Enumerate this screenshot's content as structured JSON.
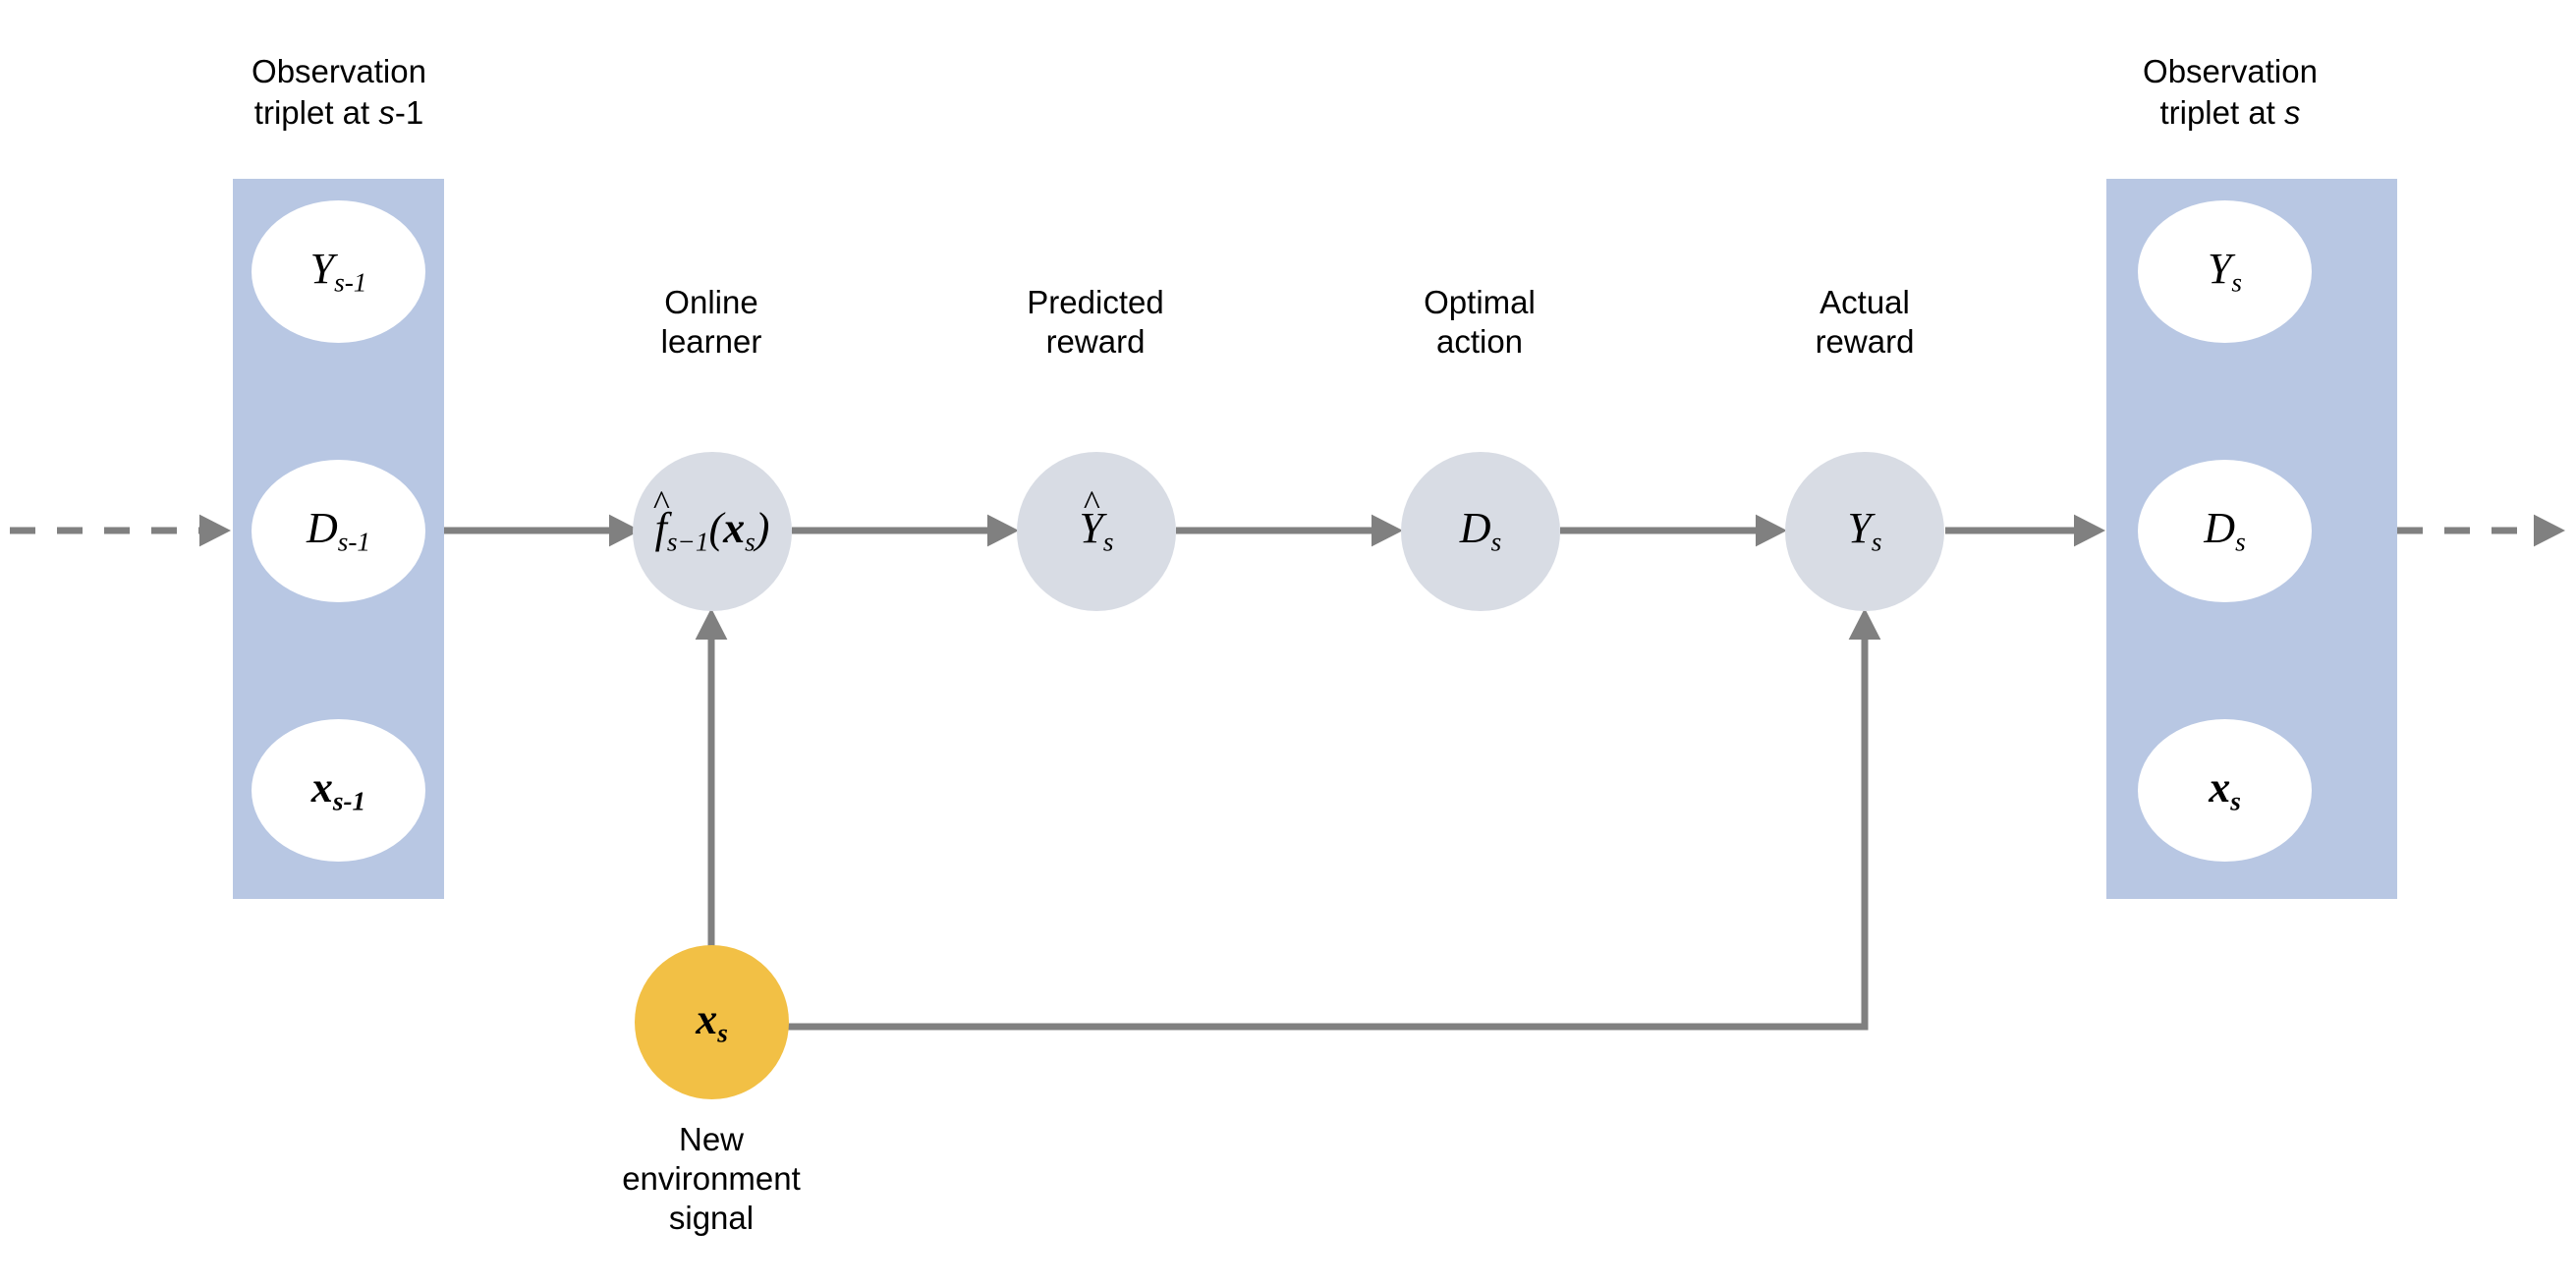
{
  "diagram": {
    "title_left": {
      "line1": "Observation",
      "line2_prefix": "triplet at ",
      "line2_var": "s",
      "line2_suffix": "-1"
    },
    "title_right": {
      "line1": "Observation",
      "line2_prefix": "triplet at ",
      "line2_var": "s",
      "line2_suffix": ""
    },
    "colors": {
      "panel": "#b8c7e3",
      "node_gray": "#d8dce4",
      "node_white": "#ffffff",
      "node_orange": "#f2c045",
      "arrow": "#808080",
      "text": "#000000"
    },
    "left_panel": {
      "name": "observation-triplet-s-minus-1",
      "nodes": [
        {
          "id": "Y-prev",
          "base": "Y",
          "sub": "s-1",
          "vector": false
        },
        {
          "id": "D-prev",
          "base": "D",
          "sub": "s-1",
          "vector": false
        },
        {
          "id": "x-prev",
          "base": "x",
          "sub": "s-1",
          "vector": true
        }
      ]
    },
    "right_panel": {
      "name": "observation-triplet-s",
      "nodes": [
        {
          "id": "Y-cur",
          "base": "Y",
          "sub": "s",
          "vector": false
        },
        {
          "id": "D-cur",
          "base": "D",
          "sub": "s",
          "vector": false
        },
        {
          "id": "x-cur",
          "base": "x",
          "sub": "s",
          "vector": true
        }
      ]
    },
    "pipeline": [
      {
        "id": "online-learner",
        "caption": "Online\nlearner",
        "formula": "f̂ₛ₋₁(𝒙ₛ)",
        "base": "f",
        "hat": true,
        "sub": "s−1",
        "arg": "x",
        "argsub": "s"
      },
      {
        "id": "predicted-reward",
        "caption": "Predicted\nreward",
        "formula": "Ŷₛ",
        "base": "Y",
        "hat": true,
        "sub": "s",
        "arg": "",
        "argsub": ""
      },
      {
        "id": "optimal-action",
        "caption": "Optimal\naction",
        "formula": "Dₛ",
        "base": "D",
        "hat": false,
        "sub": "s",
        "arg": "",
        "argsub": ""
      },
      {
        "id": "actual-reward",
        "caption": "Actual\nreward",
        "formula": "Yₛ",
        "base": "Y",
        "hat": false,
        "sub": "s",
        "arg": "",
        "argsub": ""
      }
    ],
    "signal_node": {
      "id": "new-environment-signal",
      "base": "x",
      "sub": "s",
      "vector": true,
      "caption": "New\nenvironment\nsignal"
    },
    "edges": [
      {
        "from": "stream-in",
        "to": "observation-triplet-s-minus-1",
        "style": "dashed"
      },
      {
        "from": "observation-triplet-s-minus-1",
        "to": "online-learner",
        "style": "solid"
      },
      {
        "from": "online-learner",
        "to": "predicted-reward",
        "style": "solid"
      },
      {
        "from": "predicted-reward",
        "to": "optimal-action",
        "style": "solid"
      },
      {
        "from": "optimal-action",
        "to": "actual-reward",
        "style": "solid"
      },
      {
        "from": "actual-reward",
        "to": "observation-triplet-s",
        "style": "solid"
      },
      {
        "from": "observation-triplet-s",
        "to": "stream-out",
        "style": "dashed"
      },
      {
        "from": "new-environment-signal",
        "to": "online-learner",
        "style": "solid"
      },
      {
        "from": "new-environment-signal",
        "to": "actual-reward",
        "style": "solid-elbow"
      }
    ]
  }
}
